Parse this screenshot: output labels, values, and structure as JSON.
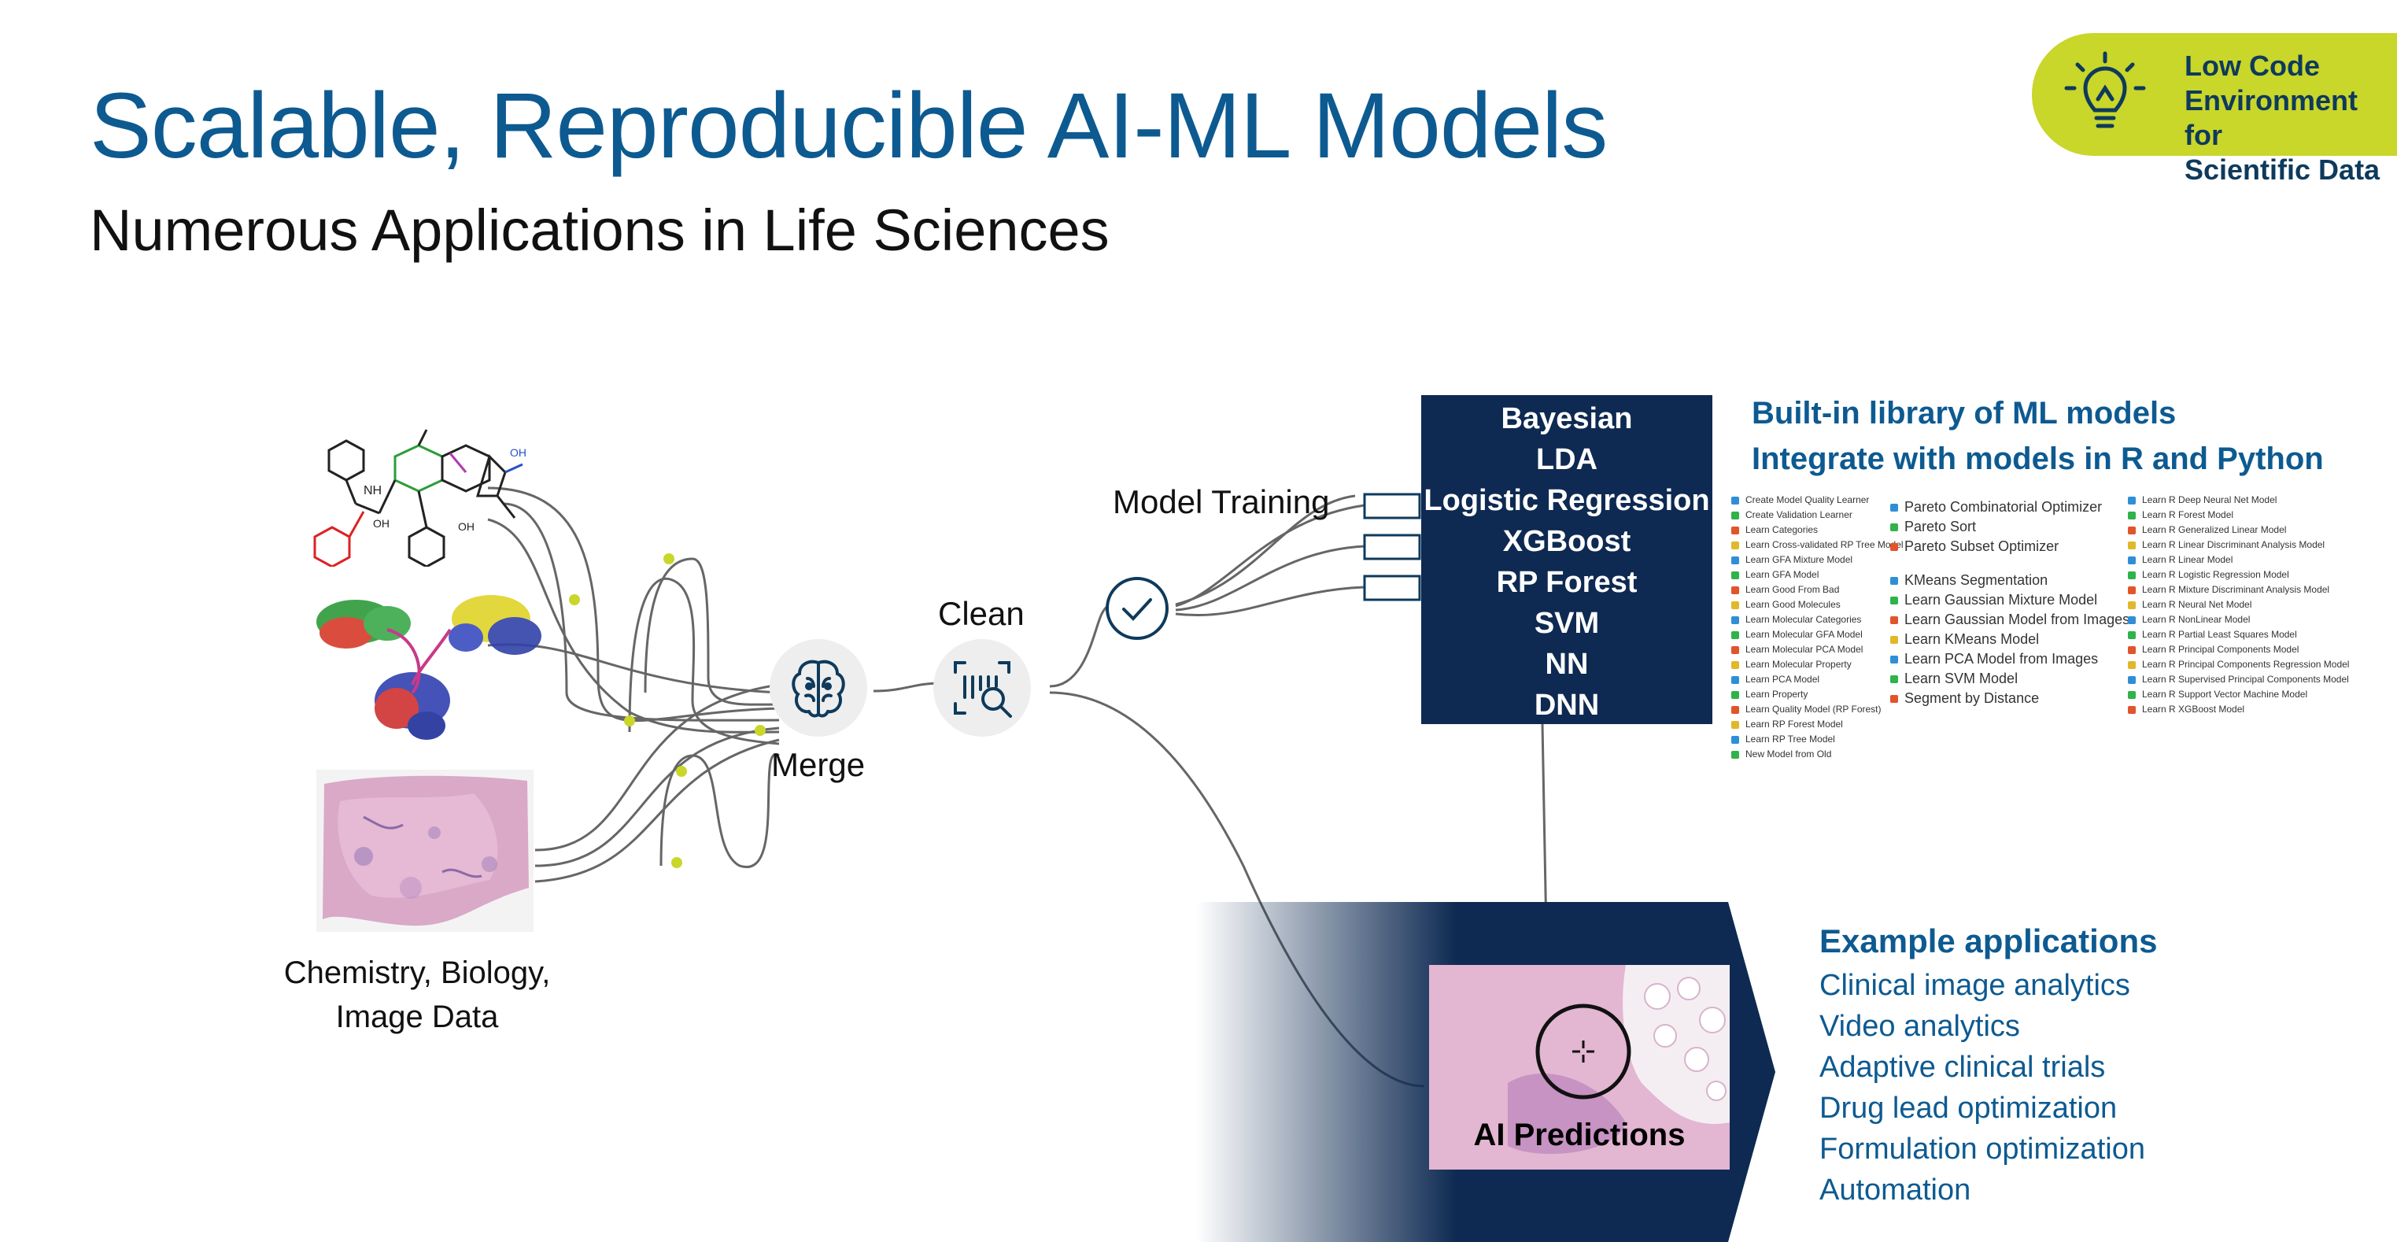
{
  "title": "Scalable, Reproducible AI-ML Models",
  "subtitle": "Numerous Applications in Life Sciences",
  "badge": {
    "text": "Low Code\nEnvironment for\nScientific Data",
    "icon": "lightbulb-icon",
    "color": "#c9d62a"
  },
  "input_caption": "Chemistry, Biology,\nImage Data",
  "merge_label": "Merge",
  "merge_icon": "brain-icon",
  "clean_label": "Clean",
  "clean_icon": "scan-search-icon",
  "training_label": "Model Training",
  "training_icon": "check-circle-icon",
  "models": [
    "Bayesian",
    "LDA",
    "Logistic Regression",
    "XGBoost",
    "RP Forest",
    "SVM",
    "NN",
    "DNN"
  ],
  "library": {
    "heading_1": "Built-in library of ML models",
    "heading_2": "Integrate with models in R and Python",
    "col1": [
      "Create Model Quality Learner",
      "Create Validation Learner",
      "Learn Categories",
      "Learn Cross-validated RP Tree Model",
      "Learn GFA Mixture Model",
      "Learn GFA Model",
      "Learn Good From Bad",
      "Learn Good Molecules",
      "Learn Molecular Categories",
      "Learn Molecular GFA Model",
      "Learn Molecular PCA Model",
      "Learn Molecular Property",
      "Learn PCA Model",
      "Learn Property",
      "Learn Quality Model (RP Forest)",
      "Learn RP Forest Model",
      "Learn RP Tree Model",
      "New Model from Old"
    ],
    "col2": [
      "Pareto Combinatorial Optimizer",
      "Pareto Sort",
      "Pareto Subset Optimizer",
      "",
      "KMeans Segmentation",
      "Learn Gaussian Mixture Model",
      "Learn Gaussian Model from Images",
      "Learn KMeans Model",
      "Learn PCA Model from Images",
      "Learn SVM Model",
      "Segment by Distance"
    ],
    "col3": [
      "Learn R Deep Neural Net Model",
      "Learn R Forest Model",
      "Learn R Generalized Linear Model",
      "Learn R Linear Discriminant Analysis Model",
      "Learn R Linear Model",
      "Learn R Logistic Regression Model",
      "Learn R Mixture Discriminant Analysis Model",
      "Learn R Neural Net Model",
      "Learn R NonLinear Model",
      "Learn R Partial Least Squares Model",
      "Learn R Principal Components Model",
      "Learn R Principal Components Regression Model",
      "Learn R Supervised Principal Components Model",
      "Learn R Support Vector Machine Model",
      "Learn R XGBoost Model"
    ]
  },
  "prediction_label": "AI Predictions",
  "applications": {
    "heading": "Example applications",
    "items": [
      "Clinical image analytics",
      "Video analytics",
      "Adaptive clinical trials",
      "Drug lead optimization",
      "Formulation optimization",
      "Automation"
    ]
  },
  "colors": {
    "title_blue": "#0d5a91",
    "navy": "#0e2a52",
    "connector_dot": "#c9d62a"
  }
}
